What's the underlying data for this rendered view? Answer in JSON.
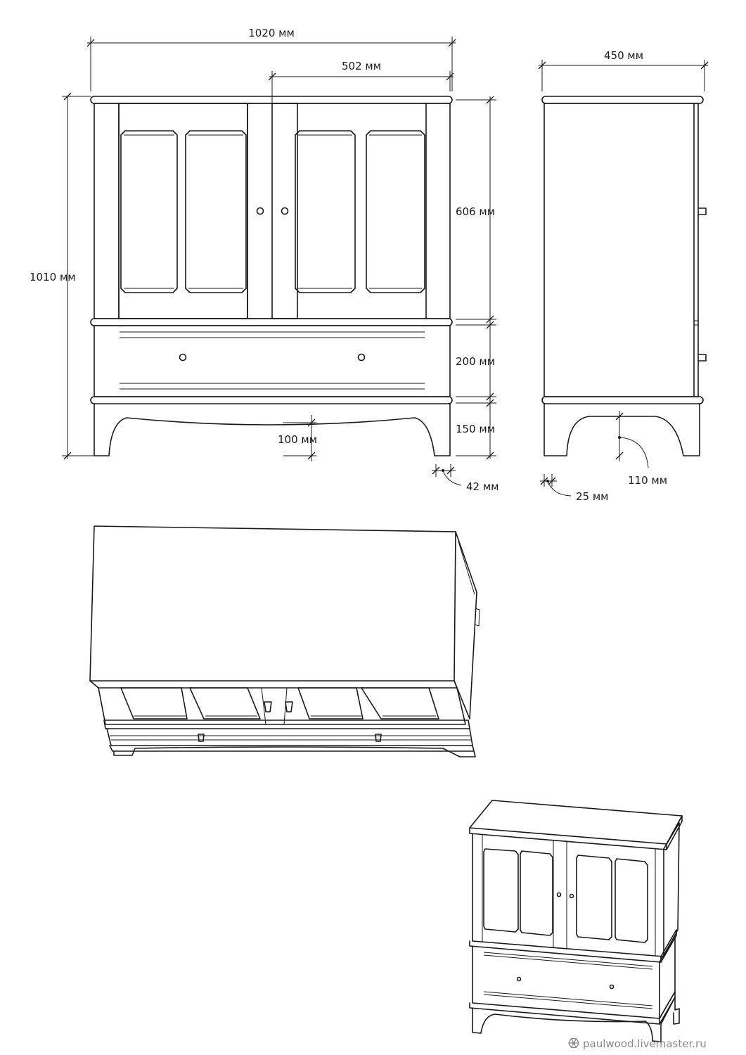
{
  "dimensions": {
    "overall_width": "1020 мм",
    "door_width": "502 мм",
    "side_depth": "450 мм",
    "overall_height": "1010 мм",
    "upper_height": "606 мм",
    "drawer_height": "200 мм",
    "base_height": "150 мм",
    "apron_height": "100 мм",
    "front_leg_width": "42 мм",
    "side_leg_width": "25 мм",
    "side_leg_height": "110 мм"
  },
  "watermark": {
    "text": "paulwood.livemaster.ru",
    "icon": "snowflake-icon"
  },
  "colors": {
    "line": "#1a1a1a",
    "watermark": "#8a8a8a",
    "background": "#ffffff"
  }
}
